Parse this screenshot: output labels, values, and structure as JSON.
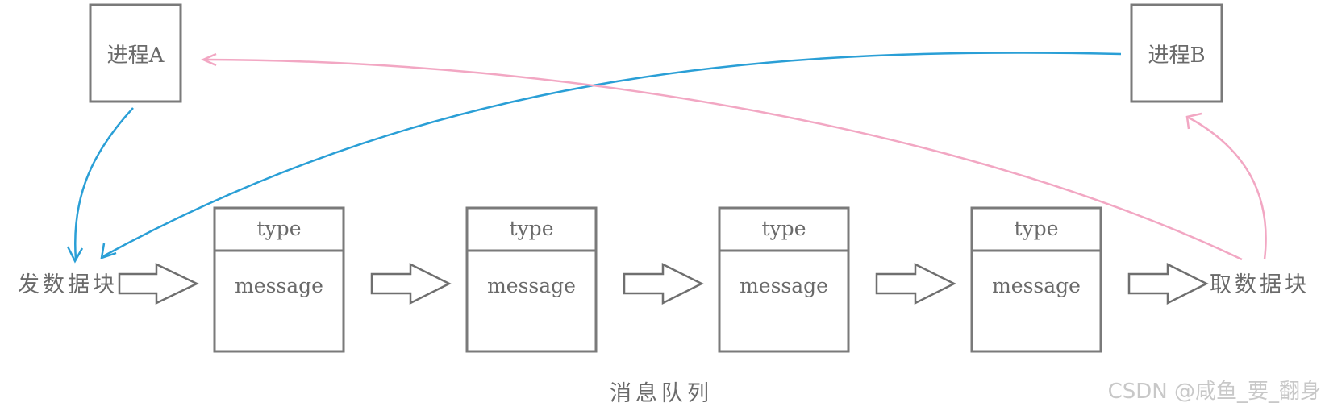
{
  "process_a": {
    "label": "进程A"
  },
  "process_b": {
    "label": "进程B"
  },
  "send": {
    "label": "发数据块"
  },
  "receive": {
    "label": "取数据块"
  },
  "queue": {
    "caption": "消息队列",
    "nodes": [
      {
        "type_label": "type",
        "message_label": "message"
      },
      {
        "type_label": "type",
        "message_label": "message"
      },
      {
        "type_label": "type",
        "message_label": "message"
      },
      {
        "type_label": "type",
        "message_label": "message"
      }
    ]
  },
  "watermark": "CSDN @咸鱼_要_翻身",
  "colors": {
    "send_flow": "#2a9fd6",
    "receive_flow": "#f2a7c3",
    "outline": "#7a7a7a"
  }
}
